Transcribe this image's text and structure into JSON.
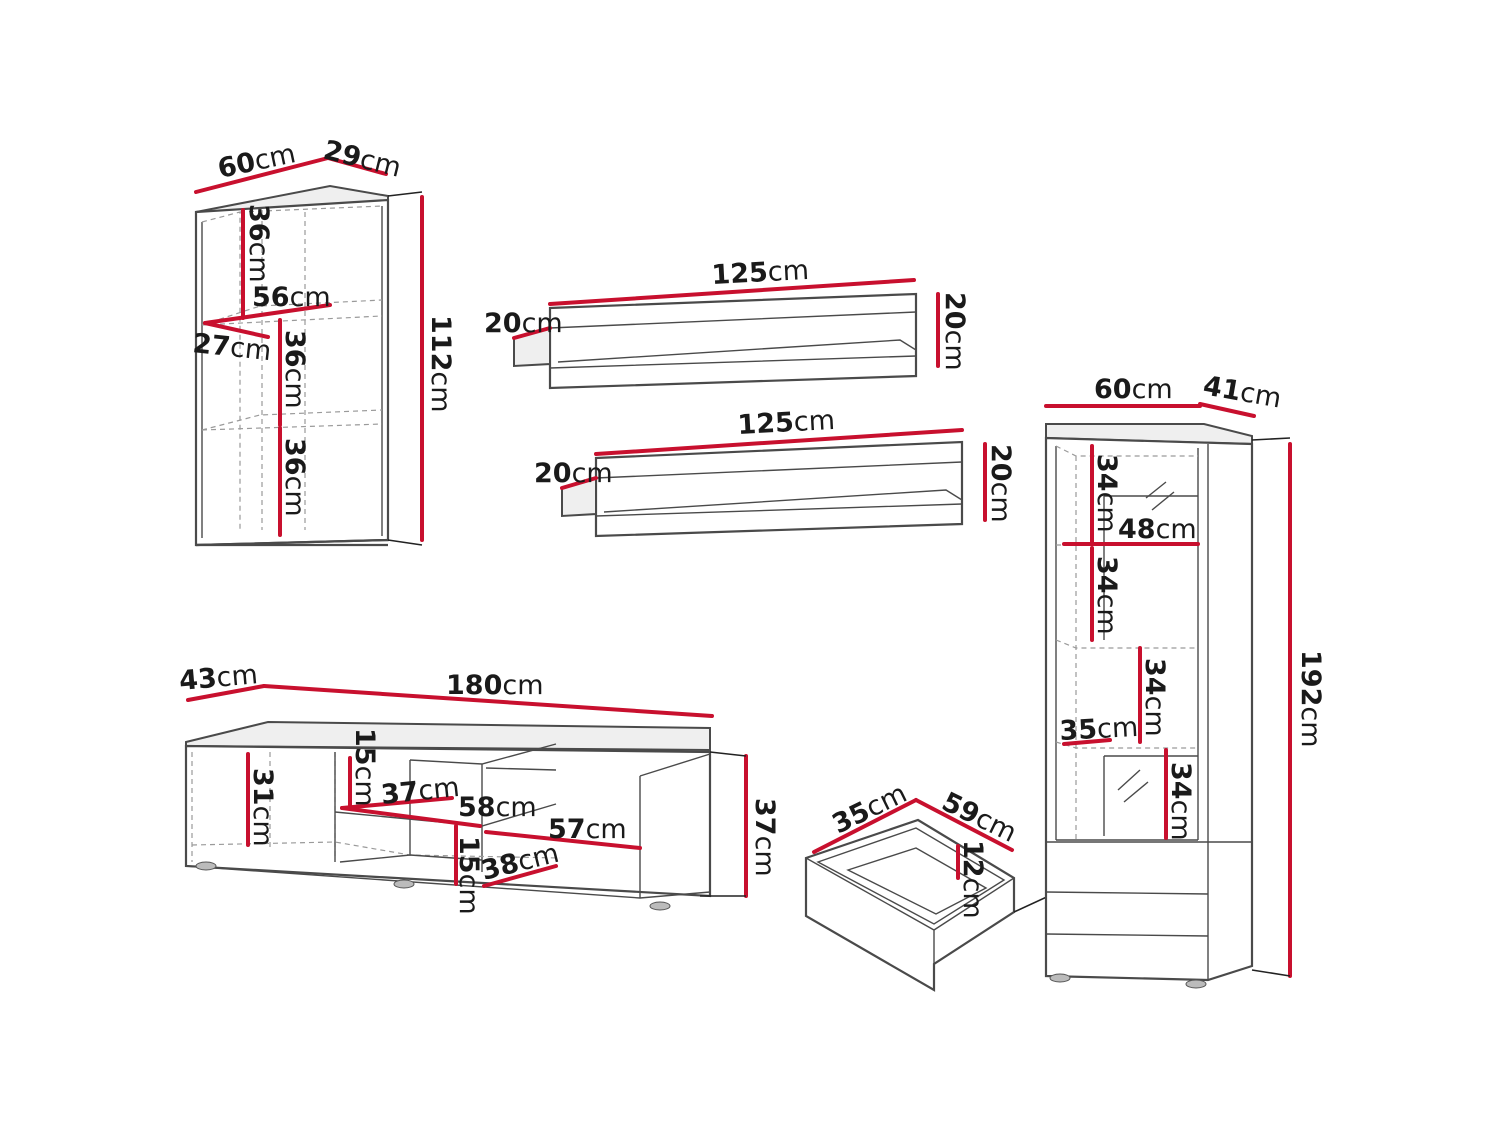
{
  "bookcase": {
    "width": {
      "num": "60",
      "unit": "cm"
    },
    "depth": {
      "num": "29",
      "unit": "cm"
    },
    "height": {
      "num": "112",
      "unit": "cm"
    },
    "shelf_top": {
      "num": "36",
      "unit": "cm"
    },
    "shelf_mid": {
      "num": "36",
      "unit": "cm"
    },
    "shelf_bot": {
      "num": "36",
      "unit": "cm"
    },
    "shelf_w": {
      "num": "56",
      "unit": "cm"
    },
    "shelf_d": {
      "num": "27",
      "unit": "cm"
    }
  },
  "shelf_upper": {
    "length": {
      "num": "125",
      "unit": "cm"
    },
    "depth": {
      "num": "20",
      "unit": "cm"
    },
    "height": {
      "num": "20",
      "unit": "cm"
    }
  },
  "shelf_lower": {
    "length": {
      "num": "125",
      "unit": "cm"
    },
    "depth": {
      "num": "20",
      "unit": "cm"
    },
    "height": {
      "num": "20",
      "unit": "cm"
    }
  },
  "tv_stand": {
    "depth": {
      "num": "43",
      "unit": "cm"
    },
    "width": {
      "num": "180",
      "unit": "cm"
    },
    "height": {
      "num": "37",
      "unit": "cm"
    },
    "inner_h": {
      "num": "31",
      "unit": "cm"
    },
    "niche_top_h": {
      "num": "15",
      "unit": "cm"
    },
    "niche_top_d": {
      "num": "37",
      "unit": "cm"
    },
    "niche_w": {
      "num": "58",
      "unit": "cm"
    },
    "side_w": {
      "num": "57",
      "unit": "cm"
    },
    "niche_bot_h": {
      "num": "15",
      "unit": "cm"
    },
    "niche_bot_d": {
      "num": "38",
      "unit": "cm"
    }
  },
  "drawer": {
    "depth": {
      "num": "35",
      "unit": "cm"
    },
    "width": {
      "num": "59",
      "unit": "cm"
    },
    "height": {
      "num": "12",
      "unit": "cm"
    }
  },
  "vitrine": {
    "width": {
      "num": "60",
      "unit": "cm"
    },
    "depth": {
      "num": "41",
      "unit": "cm"
    },
    "height": {
      "num": "192",
      "unit": "cm"
    },
    "shelf_w": {
      "num": "48",
      "unit": "cm"
    },
    "shelf_d": {
      "num": "35",
      "unit": "cm"
    },
    "comp_1": {
      "num": "34",
      "unit": "cm"
    },
    "comp_2": {
      "num": "34",
      "unit": "cm"
    },
    "comp_3": {
      "num": "34",
      "unit": "cm"
    },
    "comp_4": {
      "num": "34",
      "unit": "cm"
    }
  }
}
